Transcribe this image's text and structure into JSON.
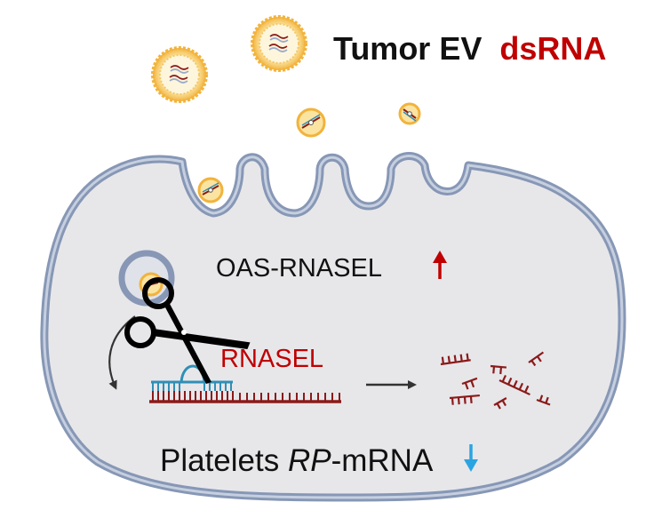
{
  "title": {
    "part1": "Tumor EV",
    "part2": "dsRNA"
  },
  "labels": {
    "oas": "OAS-RNASEL",
    "rnasel": "RNASEL",
    "platelets_prefix": "Platelets ",
    "platelets_italic": "RP",
    "platelets_suffix": "-mRNA"
  },
  "colors": {
    "title_dark": "#111111",
    "title_accent": "#c00000",
    "membrane_fill": "#e7e7ea",
    "membrane_stroke": "#8797b5",
    "vesicle_orange": "#f2b33c",
    "vesicle_inner": "#fbe7a8",
    "rna_red": "#8b1a1a",
    "rna_blue": "#2f8fb6",
    "arrow_up": "#c00000",
    "arrow_down": "#2aa4e0"
  },
  "icons": [
    "scissors-icon",
    "up-arrow-icon",
    "down-arrow-icon",
    "curved-arrow-icon",
    "right-arrow-icon"
  ]
}
